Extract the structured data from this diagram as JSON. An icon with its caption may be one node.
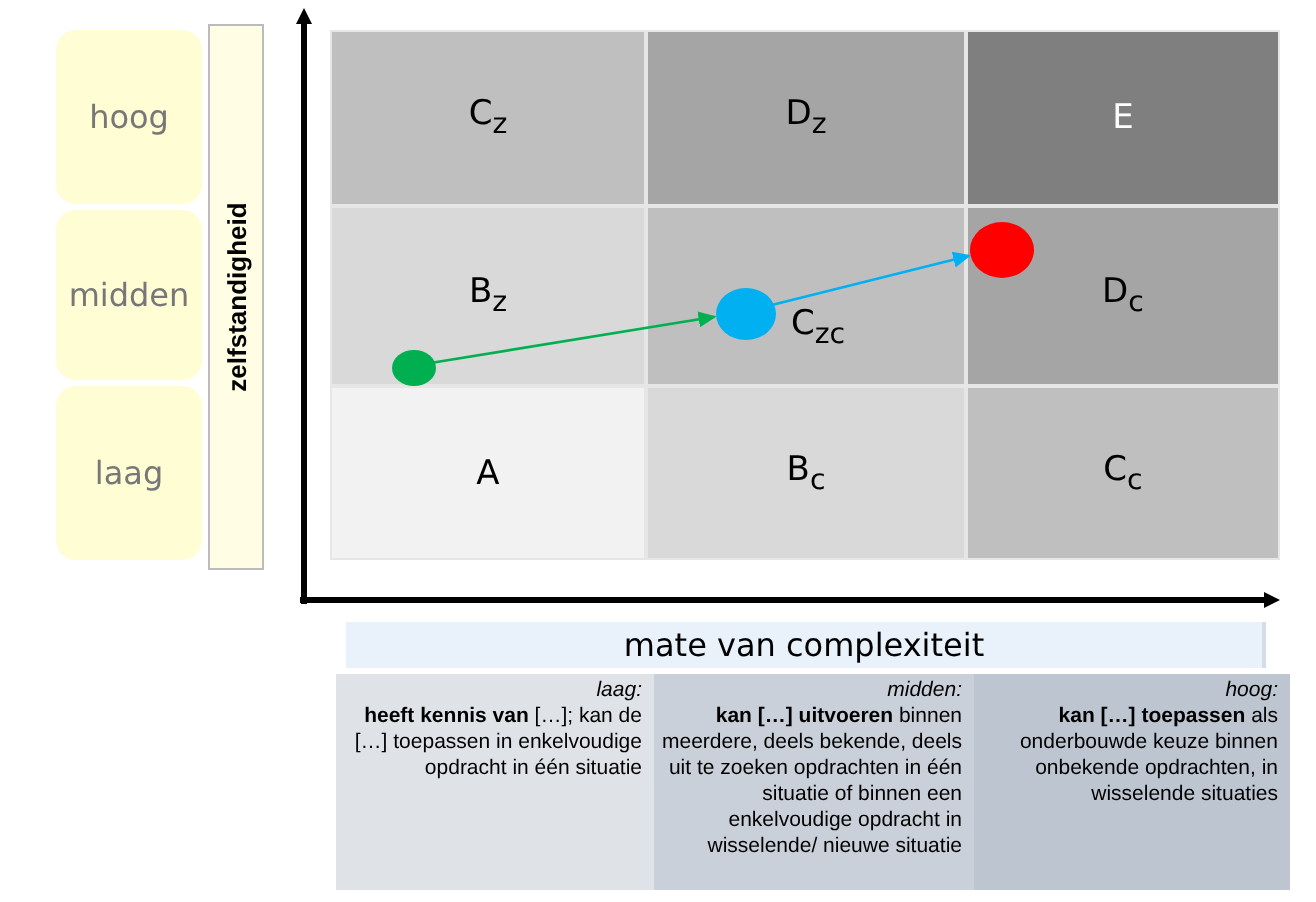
{
  "diagram": {
    "nodes": [
      {
        "text": [
          "hoog"
        ]
      },
      {
        "text": [
          "midden"
        ]
      },
      {
        "text": [
          "laag"
        ]
      },
      {
        "text": [
          "zelfstandigheid"
        ]
      },
      {
        "text": [
          "C$_{z}$"
        ]
      },
      {
        "text": [
          "D$_{z}$"
        ]
      },
      {
        "text": [
          "E"
        ]
      },
      {
        "text": [
          "B$_{z}$"
        ]
      },
      {
        "text": [
          "C$_{zc}$"
        ]
      },
      {
        "text": [
          "D$_{c}$"
        ]
      },
      {
        "text": [
          "A"
        ]
      },
      {
        "text": [
          "B$_{c}$"
        ]
      },
      {
        "text": [
          "C$_{c}$"
        ]
      },
      {
        "text": [],
        "shape": "circle",
        "in": 7
      },
      {
        "text": [],
        "shape": "circle",
        "in": 8
      },
      {
        "text": [],
        "shape": "circle",
        "in": 9
      },
      {
        "text": [
          "mate van complexiteit"
        ]
      },
      {
        "text": [
          "laag:",
          "**heeft kennis van** […]; kan de […] toepassen in enkelvoudige opdracht in één situatie"
        ]
      },
      {
        "text": [
          "midden:",
          "**kan […] uitvoeren** binnen meerdere, deels bekende, deels uit te zoeken opdrachten in één situatie of binnen een enkelvoudige opdracht in wisselende/ nieuwe situatie"
        ]
      },
      {
        "text": [
          "hoog:",
          "**kan […] toepassen** als onderbouwde keuze binnen onbekende opdrachten, in wisselende situaties"
        ]
      }
    ],
    "edges": [
      {
        "from": 13,
        "to": 14,
        "arrow": "to",
        "color": "#00b050"
      },
      {
        "from": 14,
        "to": 15,
        "arrow": "to",
        "color": "#00b0f0"
      }
    ]
  }
}
